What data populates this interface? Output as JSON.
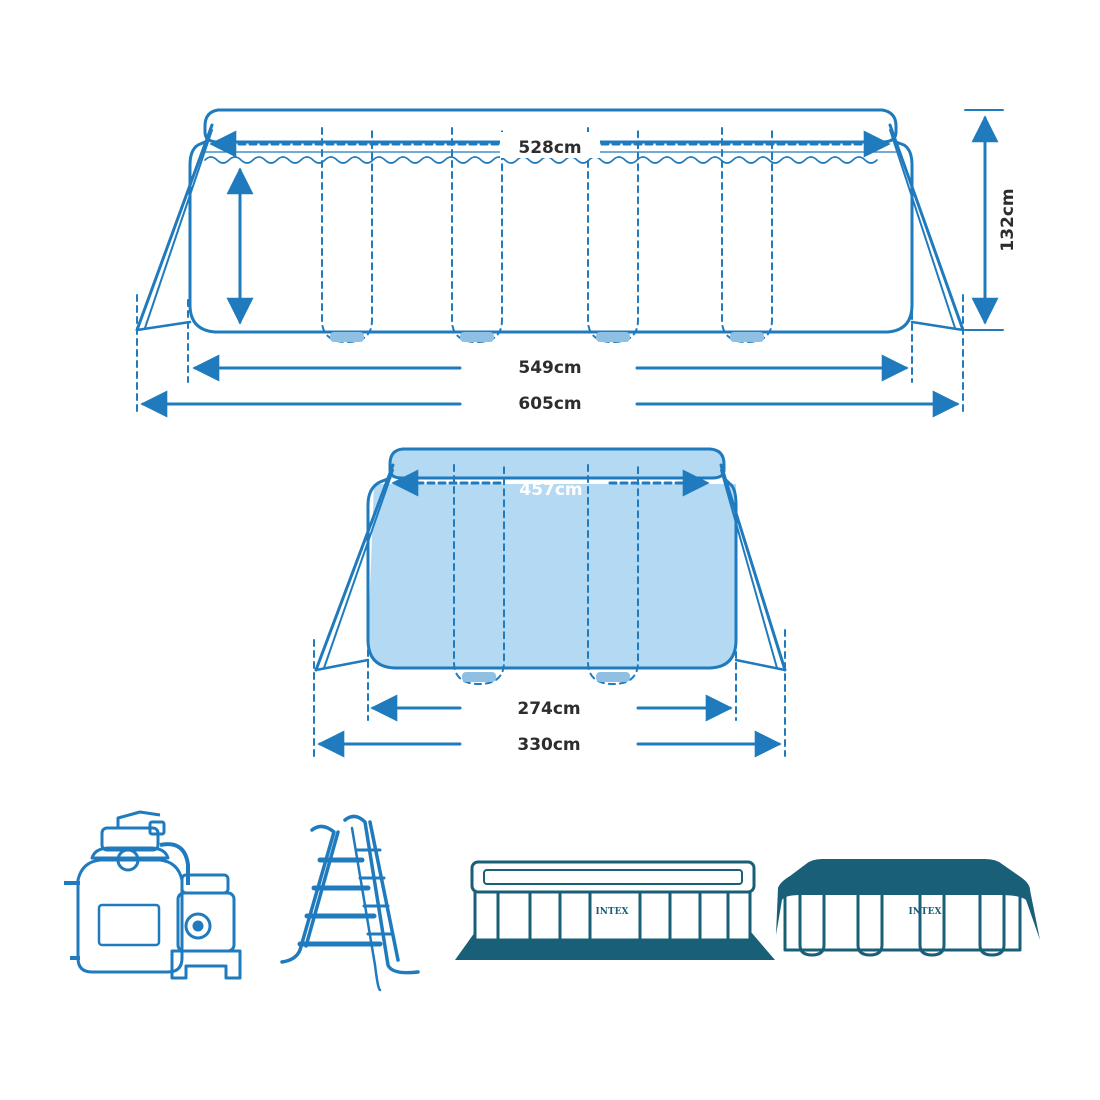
{
  "colors": {
    "primary": "#1f7bbd",
    "fill_light": "#b4d9f2",
    "fill_mid": "#8fc0e4",
    "dark": "#1a5f78",
    "text": "#2d2d2d",
    "white": "#ffffff"
  },
  "side_view": {
    "inner_length": "528cm",
    "height": "132cm",
    "base_length": "549cm",
    "total_length": "605cm"
  },
  "end_view": {
    "inner_width": "457cm",
    "base_width": "274cm",
    "total_width": "330cm"
  },
  "accessories": [
    {
      "name": "sand-filter-pump",
      "icon": "sand-filter-pump-icon"
    },
    {
      "name": "pool-ladder",
      "icon": "ladder-icon"
    },
    {
      "name": "ground-cloth",
      "icon": "ground-cloth-pool-icon",
      "brand": "INTEX"
    },
    {
      "name": "pool-cover",
      "icon": "pool-cover-icon",
      "brand": "INTEX"
    }
  ]
}
